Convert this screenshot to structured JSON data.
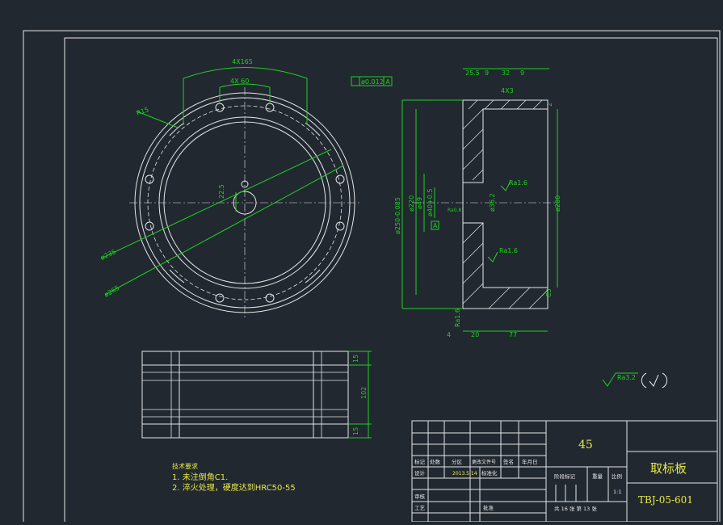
{
  "dimensions": {
    "top_view": {
      "arc_4x165": "4X165",
      "arc_4x60": "4X 60",
      "r15": "R15",
      "d235": "ø235",
      "d265": "ø265",
      "d25": "22.5"
    },
    "section_view": {
      "tolerance": "ø0.012 A",
      "d25_5": "25.5",
      "d9a": "9",
      "d32": "32",
      "d9b": "9",
      "d4x3": "4X3",
      "d2": "2",
      "d250": "ø250-0.085",
      "d220": "ø220",
      "d49": "ø49",
      "d40": "ø40+0.5",
      "d36": "ø36.2",
      "d200": "ø200",
      "ra16a": "Ra1.6",
      "ra16b": "Ra1.6",
      "ra16c": "Ra1.6",
      "ra08": "Ra0.8",
      "datum": "A",
      "c5": "C5",
      "d4": "4",
      "d20": "20",
      "d77": "77"
    },
    "side_view": {
      "d15a": "15",
      "d102": "102",
      "d15b": "15"
    },
    "roughness_general": "Ra3.2"
  },
  "notes": {
    "heading": "技术要求",
    "line1": "1. 未注倒角C1.",
    "line2": "2. 淬火处理，硬度达到HRC50-55"
  },
  "title_block": {
    "material": "45",
    "part_name": "取标板",
    "drawing_no": "TBJ-05-601",
    "cols": [
      "标记",
      "处数",
      "分区",
      "更改文件号",
      "签名",
      "年月日"
    ],
    "design_label": "设计",
    "design_date": "2013.5.14",
    "standardize_label": "标准化",
    "stage_label": "阶段标记",
    "weight_label": "重量",
    "scale_label": "比例",
    "scale_value": "1:1",
    "review_label": "审核",
    "process_label": "工艺",
    "approve_label": "批准",
    "sheets_text": "共 16 张  第 13 张"
  }
}
